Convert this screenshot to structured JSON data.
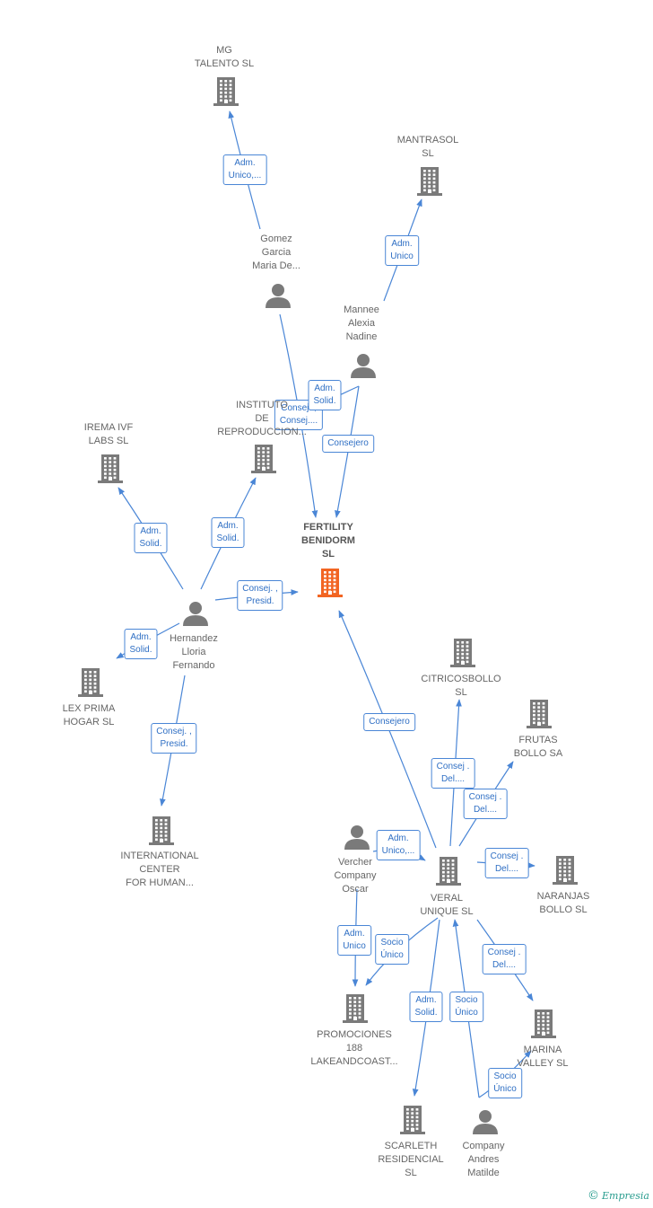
{
  "colors": {
    "edge": "#4a86d6",
    "node": "#7a7a7a",
    "focus": "#f26522"
  },
  "nodes": [
    {
      "id": "mg",
      "type": "company",
      "label": [
        "MG",
        "TALENTO  SL"
      ]
    },
    {
      "id": "mantrasol",
      "type": "company",
      "label": [
        "MANTRASOL",
        "SL"
      ]
    },
    {
      "id": "gomez",
      "type": "person",
      "label": [
        "Gomez",
        "Garcia",
        "Maria De..."
      ]
    },
    {
      "id": "mannee",
      "type": "person",
      "label": [
        "Mannee",
        "Alexia",
        "Nadine"
      ]
    },
    {
      "id": "instituto",
      "type": "company",
      "label": [
        "INSTITUTO",
        "DE",
        "REPRODUCCION..."
      ]
    },
    {
      "id": "irema",
      "type": "company",
      "label": [
        "IREMA IVF",
        "LABS  SL"
      ]
    },
    {
      "id": "fertility",
      "type": "focus",
      "label": [
        "FERTILITY",
        "BENIDORM",
        "SL"
      ]
    },
    {
      "id": "hernandez",
      "type": "person",
      "label": [
        "Hernandez",
        "Lloria",
        "Fernando"
      ]
    },
    {
      "id": "lexprima",
      "type": "company",
      "label": [
        "LEX PRIMA",
        "HOGAR SL"
      ]
    },
    {
      "id": "internacional",
      "type": "company",
      "label": [
        "INTERNATIONAL",
        "CENTER",
        "FOR HUMAN..."
      ]
    },
    {
      "id": "citricos",
      "type": "company",
      "label": [
        "CITRICOSBOLLO",
        "SL"
      ]
    },
    {
      "id": "frutas",
      "type": "company",
      "label": [
        "FRUTAS",
        "BOLLO SA"
      ]
    },
    {
      "id": "vercher",
      "type": "person",
      "label": [
        "Vercher",
        "Company",
        "Oscar"
      ]
    },
    {
      "id": "veral",
      "type": "company",
      "label": [
        "VERAL",
        "UNIQUE  SL"
      ]
    },
    {
      "id": "naranjas",
      "type": "company",
      "label": [
        "NARANJAS",
        "BOLLO SL"
      ]
    },
    {
      "id": "promociones",
      "type": "company",
      "label": [
        "PROMOCIONES",
        "188",
        "LAKEANDCOAST..."
      ]
    },
    {
      "id": "marina",
      "type": "company",
      "label": [
        "MARINA",
        "VALLEY  SL"
      ]
    },
    {
      "id": "scarleth",
      "type": "company",
      "label": [
        "SCARLETH",
        "RESIDENCIAL",
        "SL"
      ]
    },
    {
      "id": "companyandres",
      "type": "person",
      "label": [
        "Company",
        "Andres",
        "Matilde"
      ]
    }
  ],
  "edges": [
    {
      "from": "gomez",
      "to": "mg",
      "label": [
        "Adm.",
        "Unico,..."
      ]
    },
    {
      "from": "mannee",
      "to": "mantrasol",
      "label": [
        "Adm.",
        "Unico"
      ]
    },
    {
      "from": "gomez",
      "to": "fertility",
      "label": [
        "Consej. ,",
        "Consej...."
      ]
    },
    {
      "from": "mannee",
      "to": "fertility",
      "label": [
        "Consejero"
      ]
    },
    {
      "from": "hernandez",
      "to": "irema",
      "label": [
        "Adm.",
        "Solid."
      ]
    },
    {
      "from": "hernandez",
      "to": "instituto",
      "label": [
        "Adm.",
        "Solid."
      ]
    },
    {
      "from": "hernandez",
      "to": "fertility",
      "label": [
        "Consej. ,",
        "Presid."
      ]
    },
    {
      "from": "hernandez",
      "to": "lexprima",
      "label": [
        "Adm.",
        "Solid."
      ]
    },
    {
      "from": "hernandez",
      "to": "internacional",
      "label": [
        "Consej. ,",
        "Presid."
      ]
    },
    {
      "from": "veral",
      "to": "fertility",
      "label": [
        "Consejero"
      ]
    },
    {
      "from": "veral",
      "to": "citricos",
      "label": [
        "Consej .",
        "Del...."
      ]
    },
    {
      "from": "veral",
      "to": "frutas",
      "label": [
        "Consej .",
        "Del...."
      ]
    },
    {
      "from": "veral",
      "to": "naranjas",
      "label": [
        "Consej .",
        "Del...."
      ]
    },
    {
      "from": "veral",
      "to": "marina",
      "label": [
        "Consej .",
        "Del...."
      ]
    },
    {
      "from": "vercher",
      "to": "veral",
      "label": [
        "Adm.",
        "Unico,..."
      ]
    },
    {
      "from": "vercher",
      "to": "promociones",
      "label": [
        "Adm.",
        "Unico"
      ]
    },
    {
      "from": "veral",
      "to": "promociones",
      "label": [
        "Socio",
        "Único"
      ]
    },
    {
      "from": "veral",
      "to": "scarleth",
      "label": [
        "Adm.",
        "Solid."
      ]
    },
    {
      "from": "companyandres",
      "to": "veral",
      "label": [
        "Socio",
        "Único"
      ]
    },
    {
      "from": "companyandres",
      "to": "marina",
      "label": [
        "Socio",
        "Único"
      ]
    },
    {
      "from": "mannee",
      "to": "instituto",
      "label": [
        "Adm.",
        "Solid."
      ]
    }
  ],
  "brand": {
    "symbol": "©",
    "name": "Empresia"
  }
}
